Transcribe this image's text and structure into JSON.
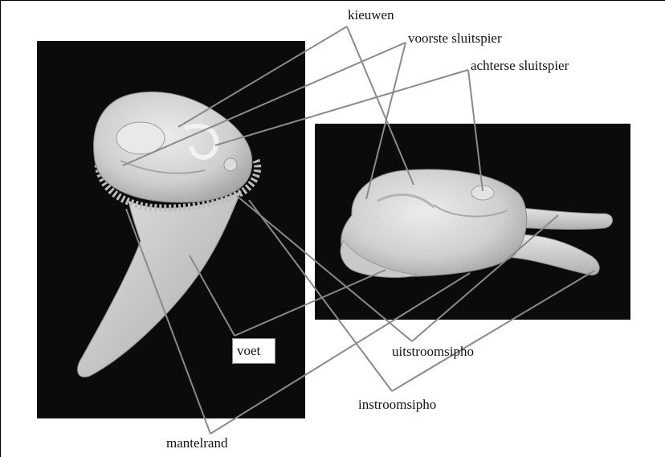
{
  "labels": {
    "kieuwen": "kieuwen",
    "voorste_sluitspier": "voorste sluitspier",
    "achterse_sluitspier": "achterse sluitspier",
    "voet": "voet",
    "uitstroomsipho": "uitstroomsipho",
    "instroomsipho": "instroomsipho",
    "mantelrand": "mantelrand"
  },
  "colors": {
    "photo_background": "#0b0b0b",
    "specimen": "#d6d6d6",
    "leader_line": "#8a8a8a",
    "text": "#111111"
  }
}
